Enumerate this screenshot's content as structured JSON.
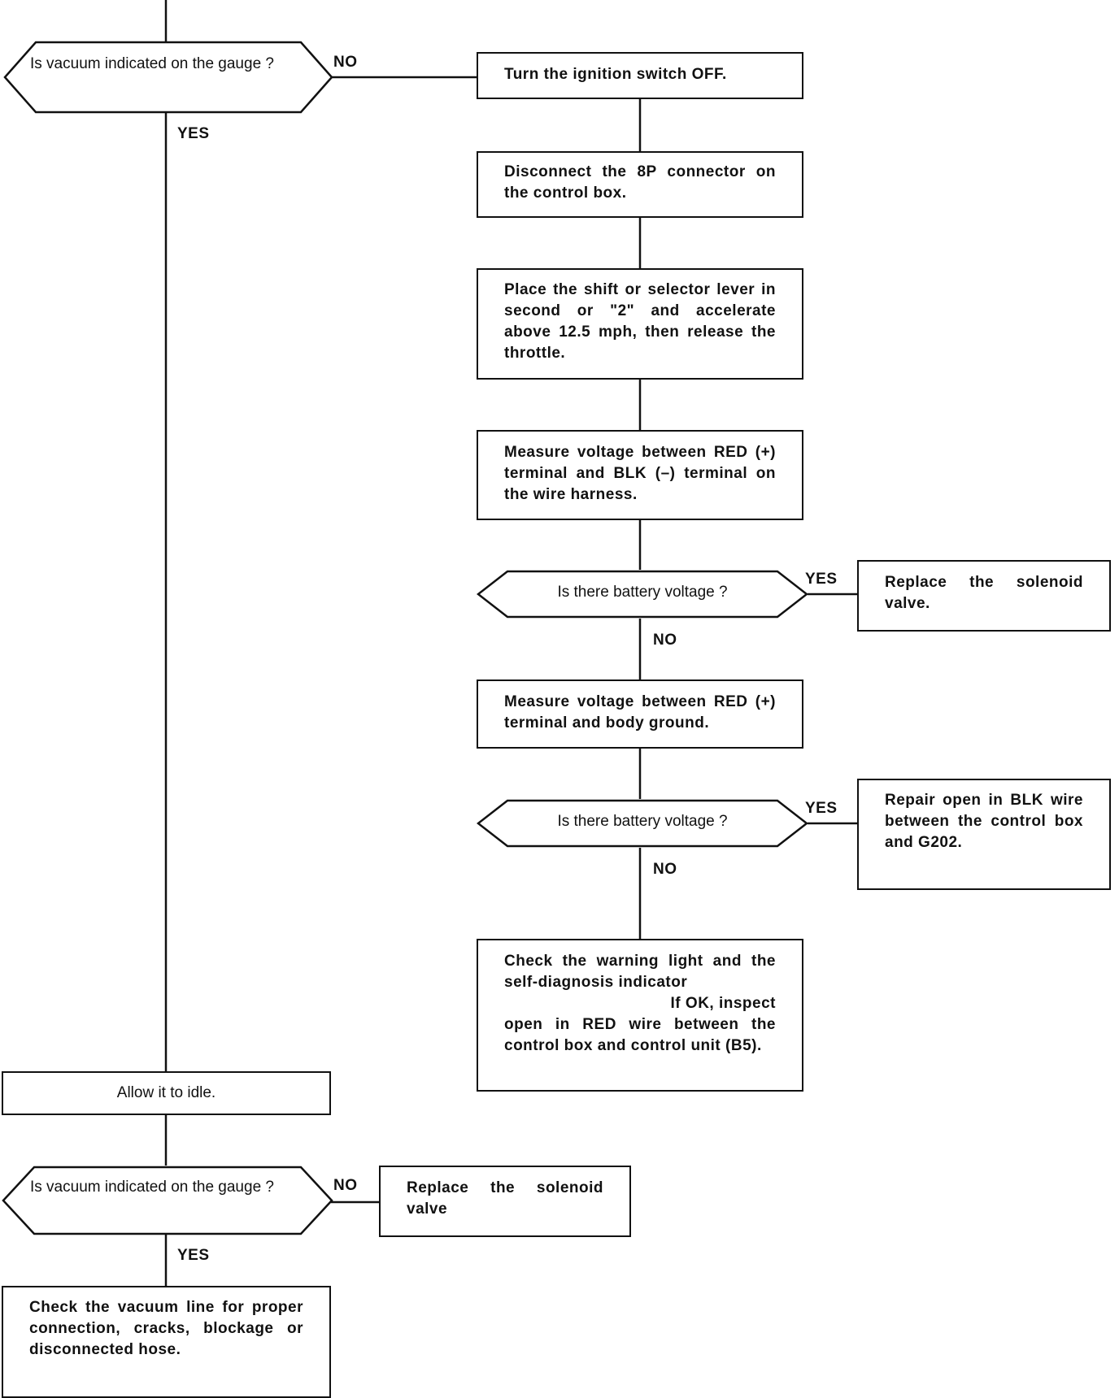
{
  "labels": {
    "no": "NO",
    "yes": "YES"
  },
  "steps": {
    "q_vacuum_1": "Is vacuum indicated on the gauge ?",
    "ignition_off": "Turn the ignition switch OFF.",
    "disconnect_8p": "Disconnect the 8P connector on the control box.",
    "shift_lever": "Place the shift or selector lever in second or \"2\" and accelerate above 12.5 mph, then release the throttle.",
    "measure_red_blk": "Measure voltage between RED (+) terminal and BLK (–) terminal on the wire harness.",
    "q_battery_1": "Is there battery voltage ?",
    "replace_solenoid_1": "Replace the solenoid valve.",
    "measure_red_ground": "Measure voltage between RED (+) terminal and body ground.",
    "q_battery_2": "Is there battery voltage ?",
    "repair_blk": "Repair open in BLK wire between the control box and G202.",
    "check_warning_1": "Check the warning light and the self-diagnosis indicator",
    "check_warning_2": "If OK, inspect",
    "check_warning_3": "open in RED wire between the control box and control unit (B5).",
    "allow_idle": "Allow it to idle.",
    "q_vacuum_2": "Is vacuum indicated on the gauge ?",
    "replace_solenoid_2": "Replace the solenoid valve",
    "check_vacuum_line": "Check the vacuum line for proper connection, cracks, blockage or disconnected hose."
  }
}
